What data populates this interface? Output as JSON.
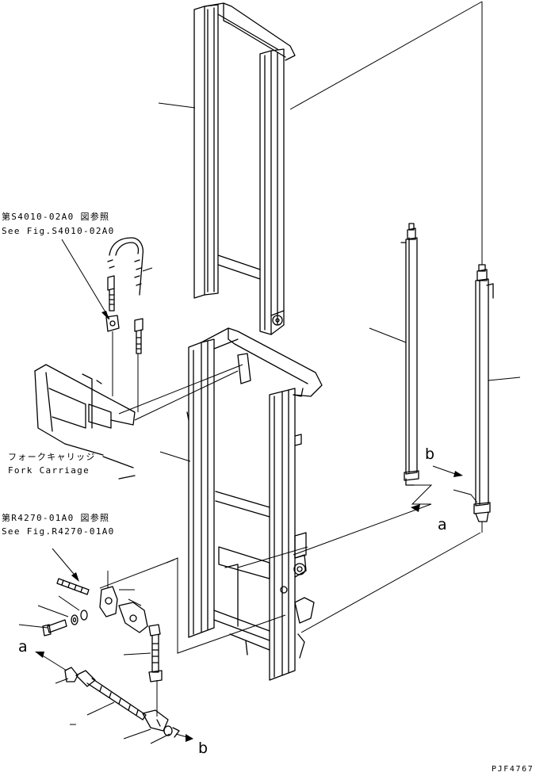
{
  "references": {
    "upper_jp": "第S4010-02A0 図参照",
    "upper_en": "See Fig.S4010-02A0",
    "lower_jp": "第R4270-01A0 図参照",
    "lower_en": "See Fig.R4270-01A0"
  },
  "labels": {
    "fork_carriage_jp": "フォークキャリッジ",
    "fork_carriage_en": "Fork Carriage",
    "marker_a": "a",
    "marker_b": "b"
  },
  "drawing_code": "PJF4767",
  "colors": {
    "ink": "#000000",
    "paper": "#ffffff"
  }
}
